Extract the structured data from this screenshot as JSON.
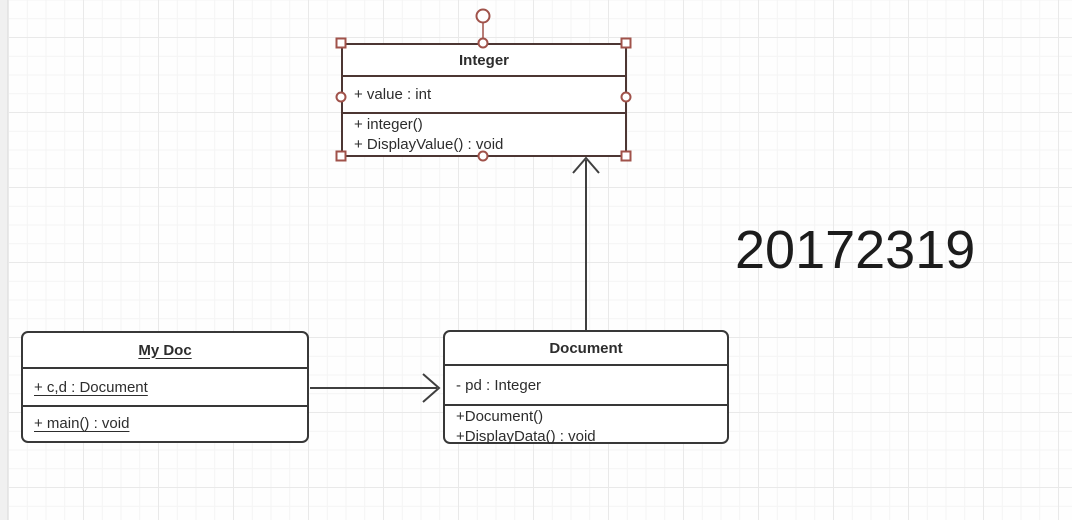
{
  "diagram": {
    "annotation": "20172319",
    "classes": [
      {
        "name": "Integer",
        "attributes": [
          "+ value : int"
        ],
        "methods": [
          "+ integer()",
          "+ DisplayValue() : void"
        ],
        "selected": true
      },
      {
        "name": "My Doc",
        "attributes": [
          "+ c,d : Document"
        ],
        "methods": [
          "+ main() : void"
        ],
        "static_members_underlined": true
      },
      {
        "name": "Document",
        "attributes": [
          "- pd : Integer"
        ],
        "methods": [
          "+Document()",
          "+DisplayData() : void"
        ]
      }
    ],
    "relations": [
      {
        "from": "My Doc",
        "to": "Document",
        "type": "directed-association-open-arrow"
      },
      {
        "from": "Document",
        "to": "Integer",
        "type": "directed-association-open-arrow"
      }
    ],
    "colors": {
      "selection_accent": "#a0524a",
      "selected_box_border": "#4c3633",
      "box_border": "#383838",
      "arrow": "#3f3f3f",
      "grid_minor": "#f4f4f4",
      "grid_major": "#e9e9e9",
      "canvas_bg": "#fefefe",
      "gutter_bg": "#f0f0f0",
      "text": "#2d2d2d"
    }
  }
}
